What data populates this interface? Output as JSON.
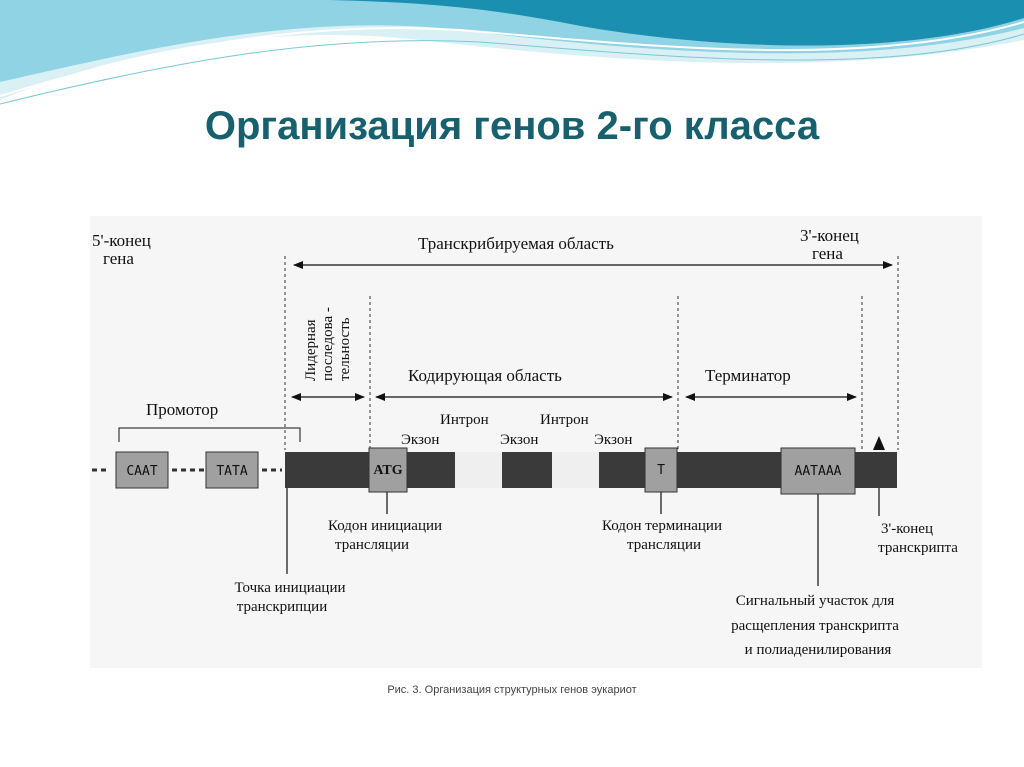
{
  "slide": {
    "title": "Организация генов 2-го класса",
    "caption": "Рис. 3. Организация структурных генов эукариот"
  },
  "colors": {
    "title": "#17606d",
    "wave_dark": "#1a8fb0",
    "wave_mid": "#5cc3da",
    "wave_light": "#bfe6ef",
    "panel": "#f6f6f6",
    "gene_bar": "#3a3a3a",
    "box": "#a0a0a0",
    "intron": "#efefef"
  },
  "diagram": {
    "end5": [
      "5'-конец",
      "гена"
    ],
    "end3": [
      "3'-конец",
      "гена"
    ],
    "transcribed_region": "Транскрибируемая область",
    "leader": [
      "Лидерная",
      "последова -",
      "тельность"
    ],
    "coding_region": "Кодирующая область",
    "terminator": "Терминатор",
    "promoter": "Промотор",
    "intron1": "Интрон",
    "intron2": "Интрон",
    "exon1": "Экзон",
    "exon2": "Экзон",
    "exon3": "Экзон",
    "box_caat": "CAAT",
    "box_tata": "TATA",
    "box_atg": "ATG",
    "box_t": "T",
    "box_aataaa": "AATAAA",
    "initiation_codon": [
      "Кодон инициации",
      "трансляции"
    ],
    "termination_codon": [
      "Кодон терминации",
      "трансляции"
    ],
    "transcription_start": [
      "Точка инициации",
      "транскрипции"
    ],
    "transcript_end": [
      "3'-конец",
      "транскрипта"
    ],
    "signal_site": [
      "Сигнальный участок для",
      "расщепления транскрипта",
      "и полиаденилирования"
    ]
  }
}
